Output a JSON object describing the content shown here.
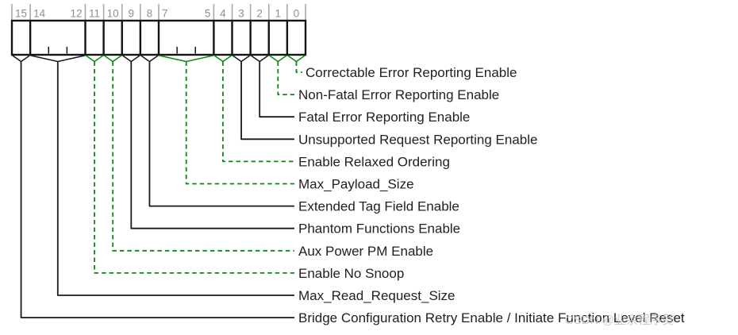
{
  "register": {
    "bit_width": 16,
    "bit_labels_shown": [
      "15",
      "14",
      "12",
      "11",
      "10",
      "9",
      "8",
      "7",
      "5",
      "4",
      "3",
      "2",
      "1",
      "0"
    ],
    "fields": [
      {
        "bits": "0",
        "high": 0,
        "low": 0,
        "label": "Correctable Error Reporting Enable",
        "connector": {
          "color": "green",
          "dash": true
        }
      },
      {
        "bits": "1",
        "high": 1,
        "low": 1,
        "label": "Non-Fatal Error Reporting Enable",
        "connector": {
          "color": "green",
          "dash": true
        }
      },
      {
        "bits": "2",
        "high": 2,
        "low": 2,
        "label": "Fatal Error Reporting Enable",
        "connector": {
          "color": "black",
          "dash": false
        }
      },
      {
        "bits": "3",
        "high": 3,
        "low": 3,
        "label": "Unsupported Request Reporting Enable",
        "connector": {
          "color": "black",
          "dash": false
        }
      },
      {
        "bits": "4",
        "high": 4,
        "low": 4,
        "label": "Enable Relaxed Ordering",
        "connector": {
          "color": "green",
          "dash": true
        }
      },
      {
        "bits": "7:5",
        "high": 7,
        "low": 5,
        "label": "Max_Payload_Size",
        "connector": {
          "color": "green",
          "dash": true
        }
      },
      {
        "bits": "8",
        "high": 8,
        "low": 8,
        "label": "Extended Tag Field Enable",
        "connector": {
          "color": "black",
          "dash": false
        }
      },
      {
        "bits": "9",
        "high": 9,
        "low": 9,
        "label": "Phantom Functions Enable",
        "connector": {
          "color": "black",
          "dash": false
        }
      },
      {
        "bits": "10",
        "high": 10,
        "low": 10,
        "label": "Aux Power PM Enable",
        "connector": {
          "color": "green",
          "dash": true
        }
      },
      {
        "bits": "11",
        "high": 11,
        "low": 11,
        "label": "Enable No Snoop",
        "connector": {
          "color": "green",
          "dash": true
        }
      },
      {
        "bits": "14:12",
        "high": 14,
        "low": 12,
        "label": "Max_Read_Request_Size",
        "connector": {
          "color": "black",
          "dash": false
        }
      },
      {
        "bits": "15",
        "high": 15,
        "low": 15,
        "label": "Bridge Configuration Retry Enable / Initiate Function Level Reset",
        "connector": {
          "color": "black",
          "dash": false
        }
      }
    ]
  },
  "colors": {
    "background": "#ffffff",
    "box_stroke": "#141414",
    "line_black": "#1a1a1a",
    "line_green": "#0a8a0a",
    "tick_gray": "#a8a8a8",
    "bit_number_gray": "#8f8f8f",
    "label_text": "#212121",
    "watermark_gray": "#c2c2c2"
  },
  "watermark": {
    "text": "CSDN @业余程序员"
  }
}
